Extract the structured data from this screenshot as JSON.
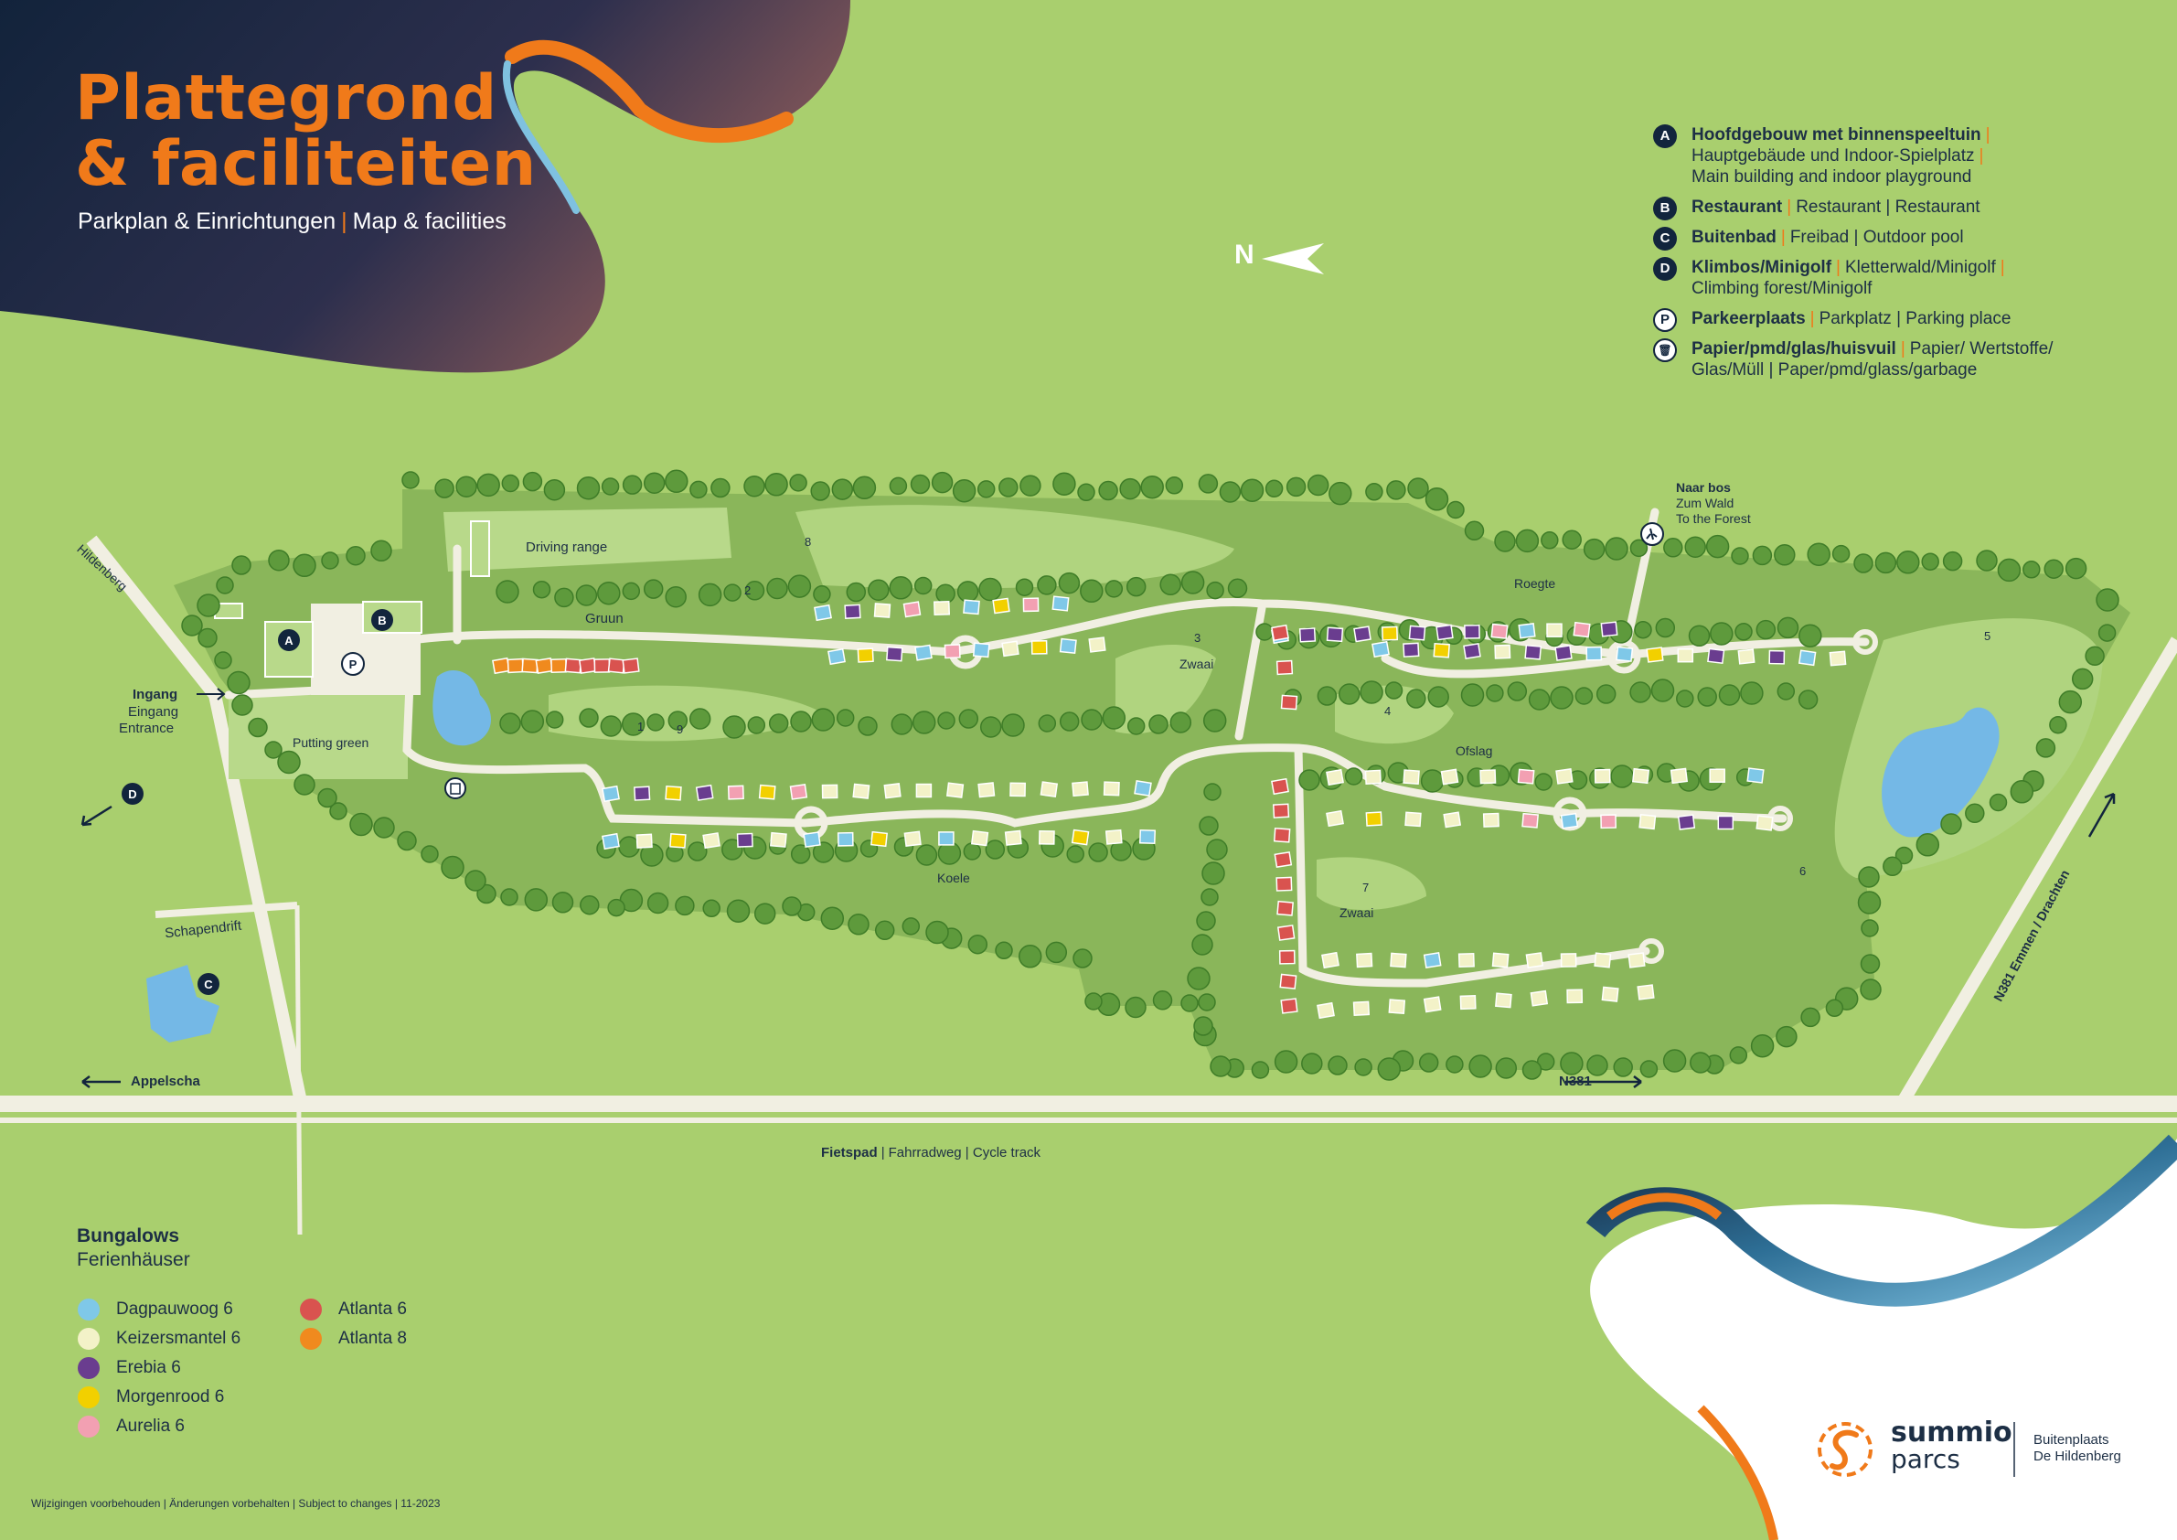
{
  "title": {
    "line1": "Plattegrond",
    "line2": "& faciliteiten"
  },
  "subtitle": {
    "de_nl": "Parkplan & Einrichtungen",
    "en": "Map & facilities"
  },
  "north_label": "N",
  "legend": [
    {
      "badge": "A",
      "bold": "Hoofdgebouw met binnenspeeltuin",
      "line1_rest": "",
      "line2": "Hauptgebäude und Indoor-Spielplatz",
      "line3": "Main building and indoor playground"
    },
    {
      "badge": "B",
      "bold": "Restaurant",
      "line1_rest": "Restaurant | Restaurant",
      "line2": "",
      "line3": ""
    },
    {
      "badge": "C",
      "bold": "Buitenbad",
      "line1_rest": "Freibad | Outdoor pool",
      "line2": "",
      "line3": ""
    },
    {
      "badge": "D",
      "bold": "Klimbos/Minigolf",
      "line1_rest": "Kletterwald/Minigolf",
      "line2": "Climbing forest/Minigolf",
      "line3": ""
    },
    {
      "badge": "P",
      "bold": "Parkeerplaats",
      "line1_rest": "Parkplatz | Parking place",
      "line2": "",
      "line3": ""
    },
    {
      "badge": "🗑",
      "bold": "Papier/pmd/glas/huisvuil",
      "line1_rest": "Papier/ Wertstoffe/",
      "line2": "Glas/Müll | Paper/pmd/glass/garbage",
      "line3": ""
    }
  ],
  "map_labels": {
    "driving_range": "Driving range",
    "gruun": "Gruun",
    "putting_green": "Putting green",
    "ingang": "Ingang",
    "eingang": "Eingang",
    "entrance": "Entrance",
    "hildenberg": "Hildenberg",
    "schapendrift": "Schapendrift",
    "appelscha": "Appelscha",
    "n381": "N381",
    "n381_emmen": "N381 Emmen / Drachten",
    "fietspad": "Fietspad",
    "fietspad_rest": "Fahrradweg | Cycle track",
    "naar_bos": "Naar bos",
    "zum_wald": "Zum Wald",
    "to_forest": "To the Forest",
    "roegte": "Roegte",
    "zwaai1": "Zwaai",
    "zwaai2": "Zwaai",
    "ofslag": "Ofslag",
    "koele": "Koele"
  },
  "bungalows": {
    "title": "Bungalows",
    "subtitle": "Ferienhäuser",
    "types": [
      {
        "name": "Dagpauwoog 6",
        "color": "#7fc8e8"
      },
      {
        "name": "Keizersmantel 6",
        "color": "#f3f2c8"
      },
      {
        "name": "Erebia 6",
        "color": "#6a3d8f"
      },
      {
        "name": "Morgenrood 6",
        "color": "#f2d000"
      },
      {
        "name": "Aurelia 6",
        "color": "#f2a0b2"
      },
      {
        "name": "Atlanta 6",
        "color": "#d9534f"
      },
      {
        "name": "Atlanta 8",
        "color": "#f08a1e"
      }
    ]
  },
  "footer": "Wijzigingen voorbehouden | Änderungen vorbehalten | Subject to changes | 11-2023",
  "brand": {
    "name1": "summio",
    "name2": "parcs",
    "park1": "Buitenplaats",
    "park2": "De Hildenberg"
  },
  "colors": {
    "navy": "#13253f",
    "orange": "#f07a1a",
    "grass": "#a9cf6e",
    "park": "#8ab65a",
    "road": "#f1efe2"
  }
}
